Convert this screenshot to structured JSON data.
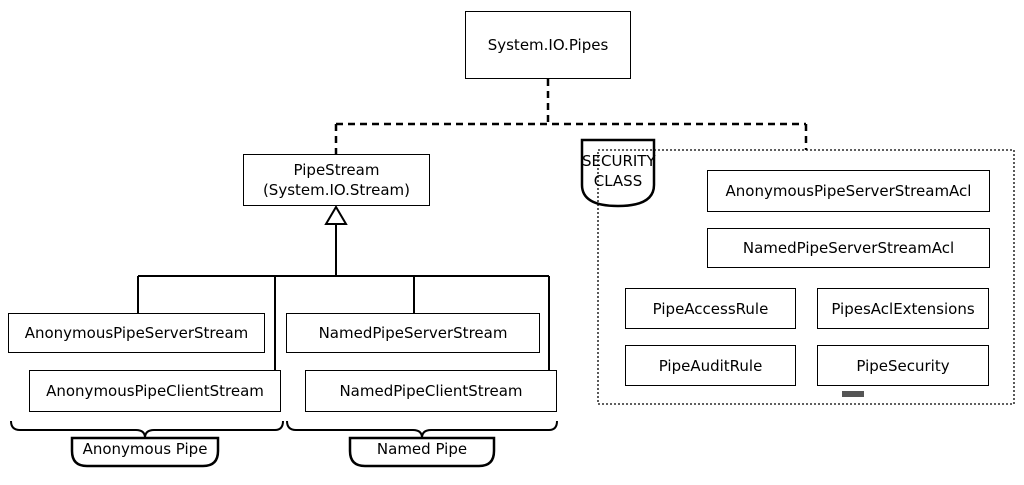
{
  "root": {
    "label": "System.IO.Pipes"
  },
  "base_class": {
    "line1": "PipeStream",
    "line2": "(System.IO.Stream)"
  },
  "anonymous": {
    "server": "AnonymousPipeServerStream",
    "client": "AnonymousPipeClientStream",
    "group_label": "Anonymous Pipe"
  },
  "named": {
    "server": "NamedPipeServerStream",
    "client": "NamedPipeClientStream",
    "group_label": "Named Pipe"
  },
  "security": {
    "tag_line1": "SECURITY",
    "tag_line2": "CLASS",
    "items": {
      "anon_acl": "AnonymousPipeServerStreamAcl",
      "named_acl": "NamedPipeServerStreamAcl",
      "access_rule": "PipeAccessRule",
      "acl_extensions": "PipesAclExtensions",
      "audit_rule": "PipeAuditRule",
      "pipe_security": "PipeSecurity"
    }
  }
}
